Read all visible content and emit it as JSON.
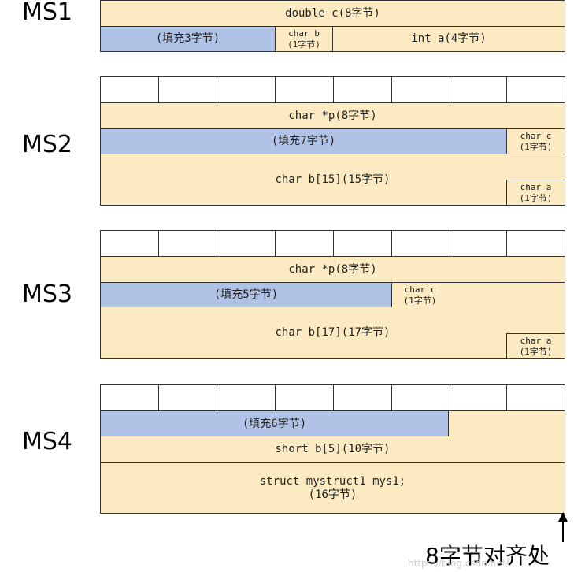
{
  "ms1": {
    "label": "MS1",
    "row1": "double c(8字节)",
    "pad": "(填充3字节)",
    "char_b": "char b\n(1字节)",
    "int_a": "int a(4字节)"
  },
  "ms2": {
    "label": "MS2",
    "ptr": "char *p(8字节)",
    "pad": "(填充7字节)",
    "char_c": "char c\n(1字节)",
    "arr": "char b[15](15字节)",
    "char_a": "char a\n(1字节)"
  },
  "ms3": {
    "label": "MS3",
    "ptr": "char *p(8字节)",
    "pad": "(填充5字节)",
    "char_c": "char c\n(1字节)",
    "arr": "char b[17](17字节)",
    "char_a": "char a\n(1字节)"
  },
  "ms4": {
    "label": "MS4",
    "pad": "(填充6字节)",
    "short_arr": "short b[5](10字节)",
    "struct": "struct mystruct1 mys1;\n(16字节)"
  },
  "caption": "8字节对齐处",
  "watermark": "https://blog.csdn.net/..."
}
